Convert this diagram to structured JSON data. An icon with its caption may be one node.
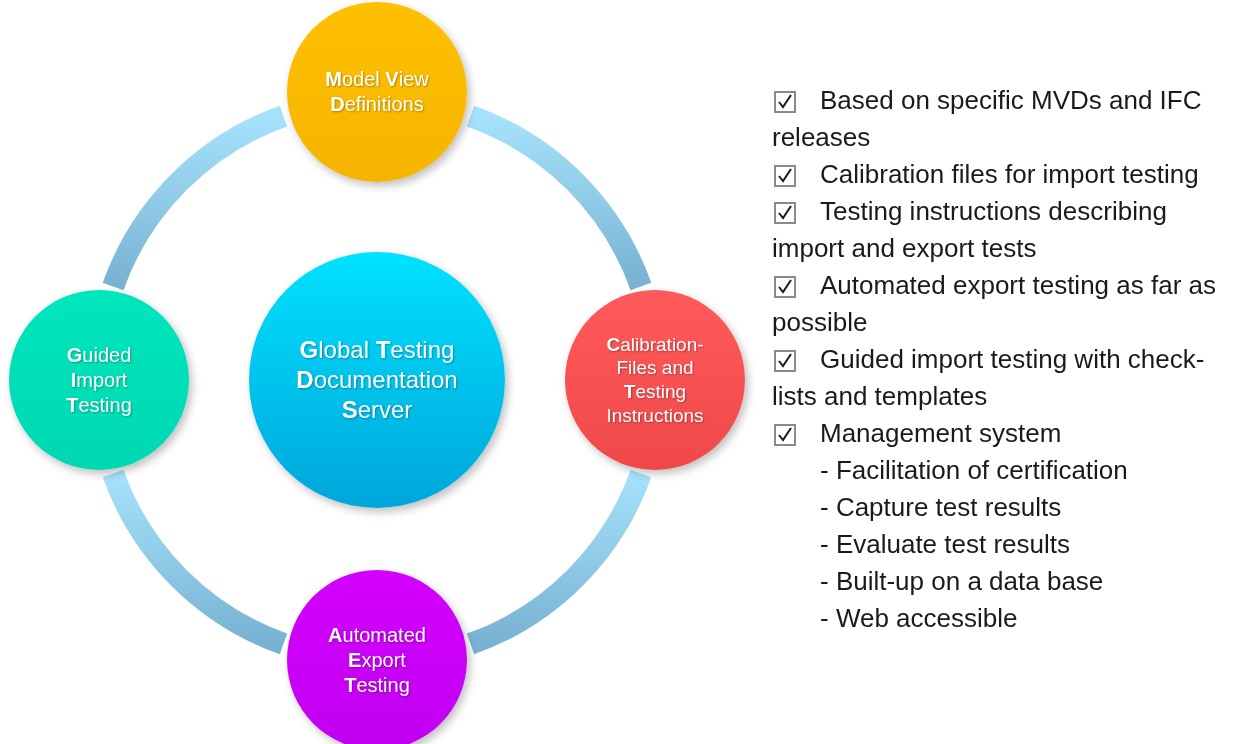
{
  "diagram": {
    "nodes": [
      {
        "text": [
          "**M**odel **V**iew **D**efinitions"
        ]
      },
      {
        "text": [
          "**G**uided **I**mport **T**esting"
        ]
      },
      {
        "text": [
          "**G**lobal **T**esting **D**ocumentation **S**erver"
        ]
      },
      {
        "text": [
          "**C**alibration- Files and **T**esting Instructions"
        ]
      },
      {
        "text": [
          "**A**utomated **E**xport **T**esting"
        ]
      }
    ],
    "edges": [
      {
        "from": 0,
        "to": 3,
        "arrow": "none",
        "style": "thick"
      },
      {
        "from": 3,
        "to": 4,
        "arrow": "none",
        "style": "thick"
      },
      {
        "from": 4,
        "to": 1,
        "arrow": "none",
        "style": "thick"
      },
      {
        "from": 1,
        "to": 0,
        "arrow": "none",
        "style": "thick"
      }
    ],
    "labels": [
      "Based on specific MVDs and IFC releases",
      "Calibration files for import testing",
      "Testing instructions describing import and export tests",
      "Automated export testing as far as possible",
      "Guided import testing with check-lists and templates",
      "Management system",
      "- Facilitation of certification",
      "- Capture test results",
      "- Evaluate test results",
      "- Built-up on a data base",
      "- Web accessible"
    ]
  }
}
